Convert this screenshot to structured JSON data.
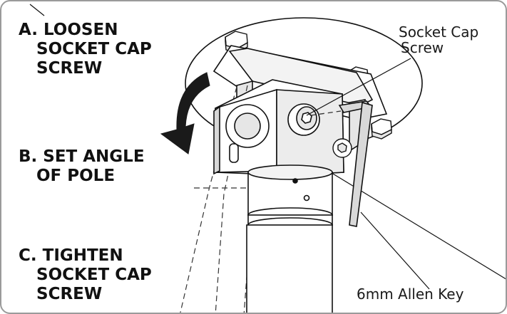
{
  "steps": [
    {
      "line1": "A. LOOSEN",
      "line2": "SOCKET CAP",
      "line3": "SCREW"
    },
    {
      "line1": "B. SET ANGLE",
      "line2": "OF POLE"
    },
    {
      "line1": "C. TIGHTEN",
      "line2": "SOCKET CAP",
      "line3": "SCREW"
    }
  ],
  "callouts": {
    "socket_cap_screw": {
      "line1": "Socket Cap",
      "line2": "Screw"
    },
    "allen_key": "6mm Allen Key"
  },
  "colors": {
    "outline": "#111111",
    "arrow": "#1a1a1a",
    "fill_light": "#ffffff",
    "fill_shade": "#e6e6e6",
    "key_fill": "#d9d9d9",
    "frame": "#9a9a9a"
  },
  "icons": [
    "rotate-down-arrow-icon"
  ]
}
